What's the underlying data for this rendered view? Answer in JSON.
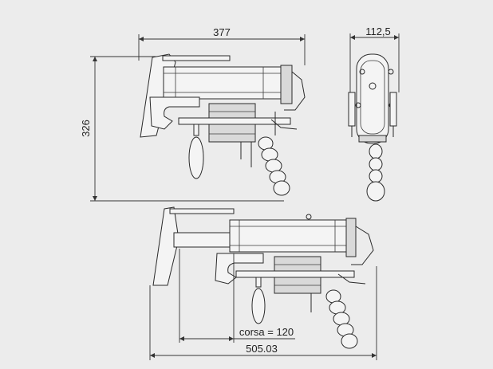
{
  "dimensions": {
    "width_top": "377",
    "width_side": "112,5",
    "height": "326",
    "stroke": "corsa = 120",
    "width_bottom": "505.03"
  },
  "colors": {
    "background": "#ececec",
    "line": "#2a2a2a"
  }
}
